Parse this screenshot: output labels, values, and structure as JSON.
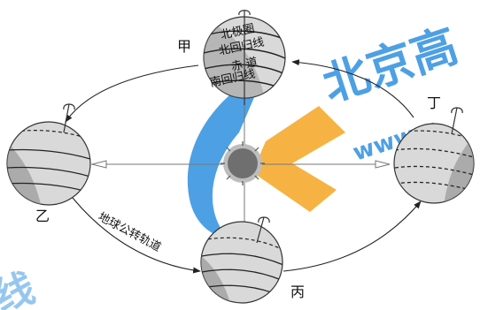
{
  "labels": {
    "jia": "甲",
    "yi": "乙",
    "bing": "丙",
    "ding": "丁",
    "orbit": "地球公转轨道"
  },
  "latitudes": {
    "arctic_circle": "北极圈",
    "tropic_of_cancer": "北回归线",
    "equator": "赤 道",
    "tropic_of_capricorn": "南回归线"
  },
  "watermark": {
    "text": "北京高",
    "url_fragment": "www.g",
    "corner_text": "线"
  },
  "colors": {
    "globe_light": "#d9d9d9",
    "globe_dark": "#8c8c8c",
    "sun": "#8a8a8a",
    "watermark_blue": "#2f8fe0",
    "watermark_orange": "#f5a623",
    "line": "#222222"
  }
}
